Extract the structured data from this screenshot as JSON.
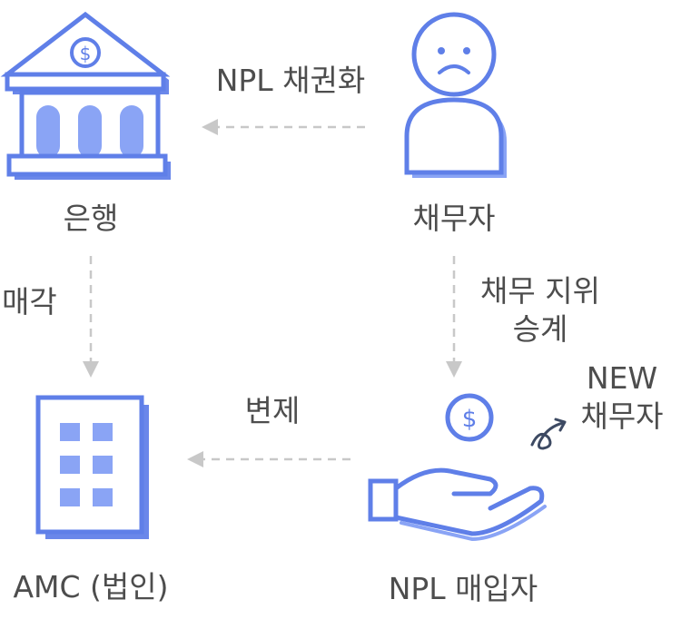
{
  "nodes": {
    "bank": {
      "label": "은행",
      "icon": "bank-icon"
    },
    "debtor": {
      "label": "채무자",
      "icon": "sad-person-icon"
    },
    "amc": {
      "label": "AMC (법인)",
      "icon": "building-icon"
    },
    "buyer": {
      "label": "NPL 매입자",
      "icon": "hand-coin-icon"
    }
  },
  "edges": {
    "debtor_to_bank": "NPL 채권화",
    "bank_to_amc": "매각",
    "debtor_to_buyer_line1": "채무 지위",
    "debtor_to_buyer_line2": "승계",
    "buyer_to_amc": "변제"
  },
  "new_debtor": {
    "line1": "NEW",
    "line2": "채무자"
  },
  "colors": {
    "icon_fill": "#8aa4f5",
    "icon_shadow": "#5f7fe8",
    "icon_outline": "#4d6fe0",
    "arrow": "#c8c8c8",
    "text": "#4d4d4d",
    "accent_dark": "#3d4a63"
  }
}
